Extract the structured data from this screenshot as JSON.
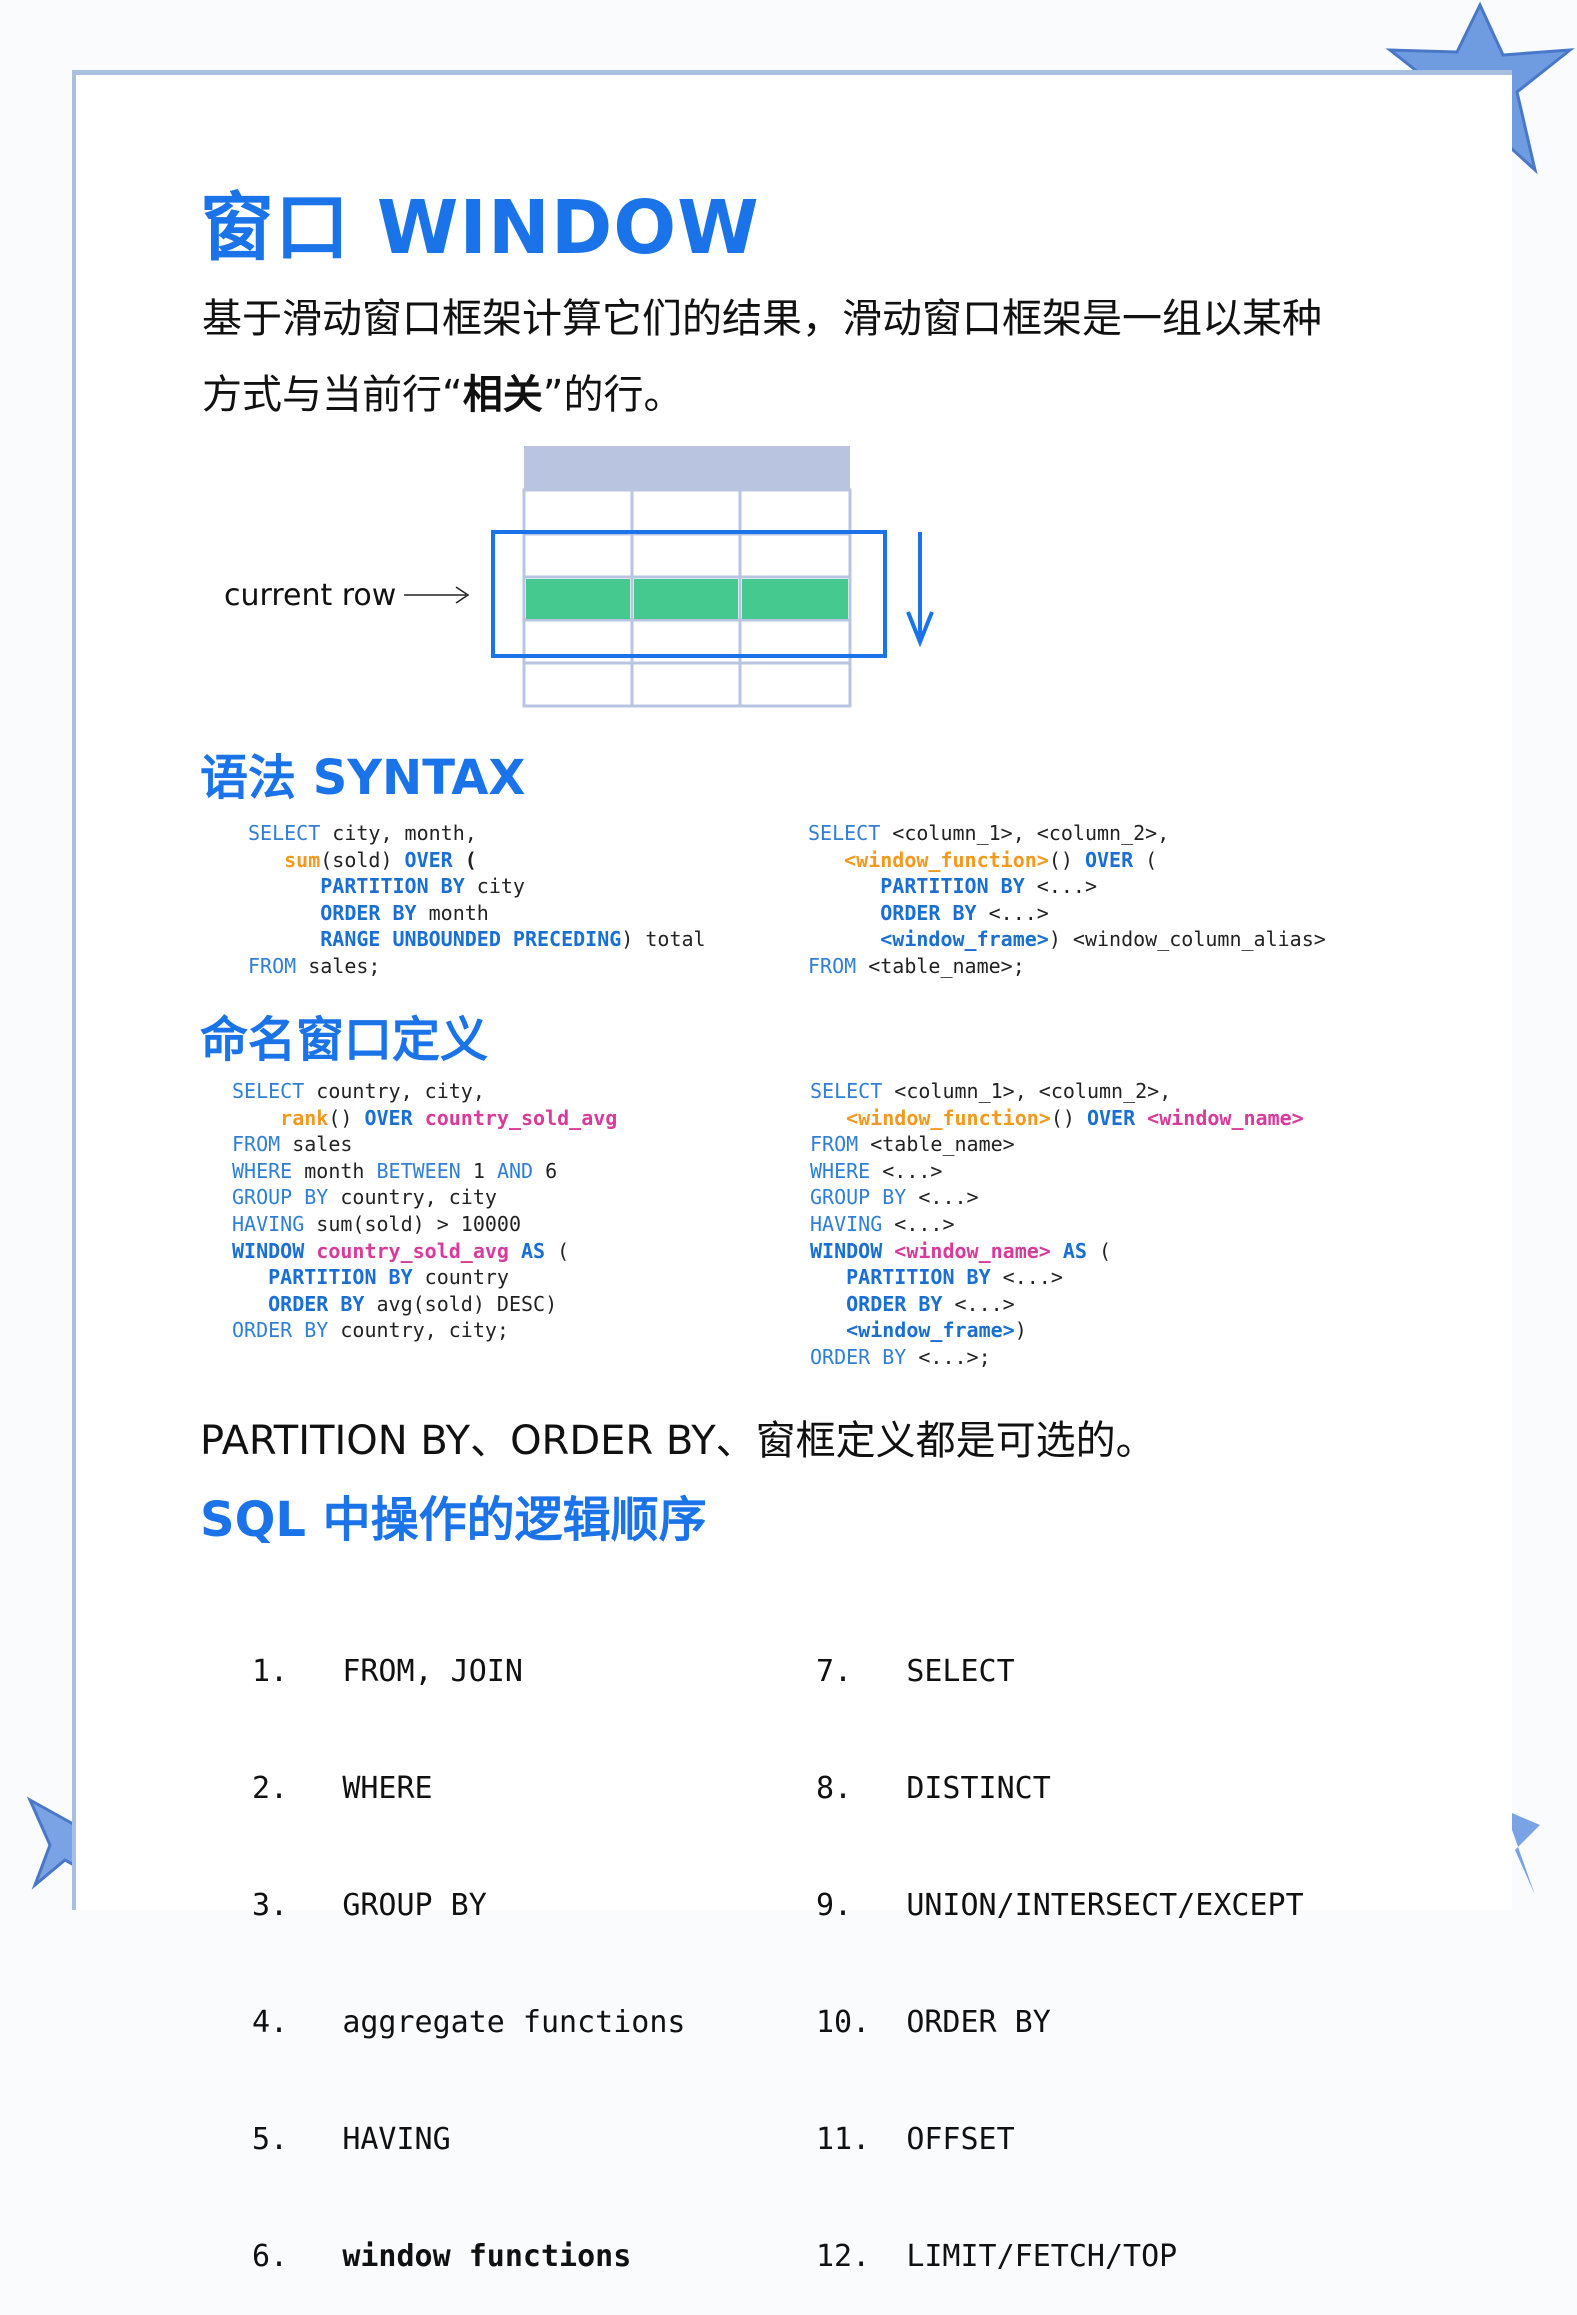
{
  "title": "窗口 WINDOW",
  "description": {
    "line1": "基于滑动窗口框架计算它们的结果，滑动窗口框架是一组以某种",
    "line2_pre": "方式与当前行“",
    "line2_bold": "相关",
    "line2_post": "”的行。"
  },
  "diagram": {
    "current_row_label": "current row"
  },
  "syntax_heading": "语法 SYNTAX",
  "named_window_heading": "命名窗口定义",
  "optional_note": "PARTITION BY、ORDER BY、窗框定义都是可选的。",
  "order_heading": "SQL 中操作的逻辑顺序",
  "order_items_left": [
    {
      "num": "1.",
      "text": "FROM, JOIN"
    },
    {
      "num": "2.",
      "text": "WHERE"
    },
    {
      "num": "3.",
      "text": "GROUP BY"
    },
    {
      "num": "4.",
      "text": "aggregate functions"
    },
    {
      "num": "5.",
      "text": "HAVING"
    },
    {
      "num": "6.",
      "text": "window functions"
    }
  ],
  "order_items_right": [
    {
      "num": "7.",
      "text": "SELECT"
    },
    {
      "num": "8.",
      "text": "DISTINCT"
    },
    {
      "num": "9.",
      "text": "UNION/INTERSECT/EXCEPT"
    },
    {
      "num": "10.",
      "text": "ORDER BY"
    },
    {
      "num": "11.",
      "text": "OFFSET"
    },
    {
      "num": "12.",
      "text": "LIMIT/FETCH/TOP"
    }
  ],
  "colors": {
    "accent": "#1a73e8",
    "function": "#f29a1f",
    "window_name": "#d83b9a",
    "current_row": "#45c98f",
    "header_row": "#b8c4e0"
  }
}
